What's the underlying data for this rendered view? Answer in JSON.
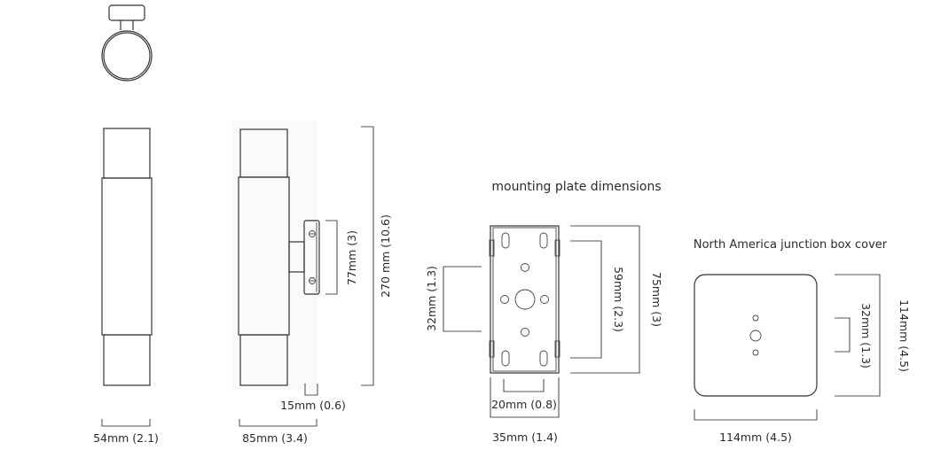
{
  "titles": {
    "mounting_plate": "mounting plate dimensions",
    "junction_box": "North America junction box cover"
  },
  "dimensions": {
    "fixture_width": "54mm (2.1)",
    "fixture_depth": "85mm (3.4)",
    "bracket_offset": "15mm (0.6)",
    "bracket_height": "77mm (3)",
    "fixture_height": "270 mm (10.6)",
    "plate_hole_spacing": "32mm (1.3)",
    "plate_slot_spacing": "59mm (2.3)",
    "plate_height": "75mm (3)",
    "plate_inner_width": "20mm (0.8)",
    "plate_width": "35mm (1.4)",
    "box_hole_spacing": "32mm (1.3)",
    "box_height": "114mm (4.5)",
    "box_width": "114mm (4.5)"
  }
}
